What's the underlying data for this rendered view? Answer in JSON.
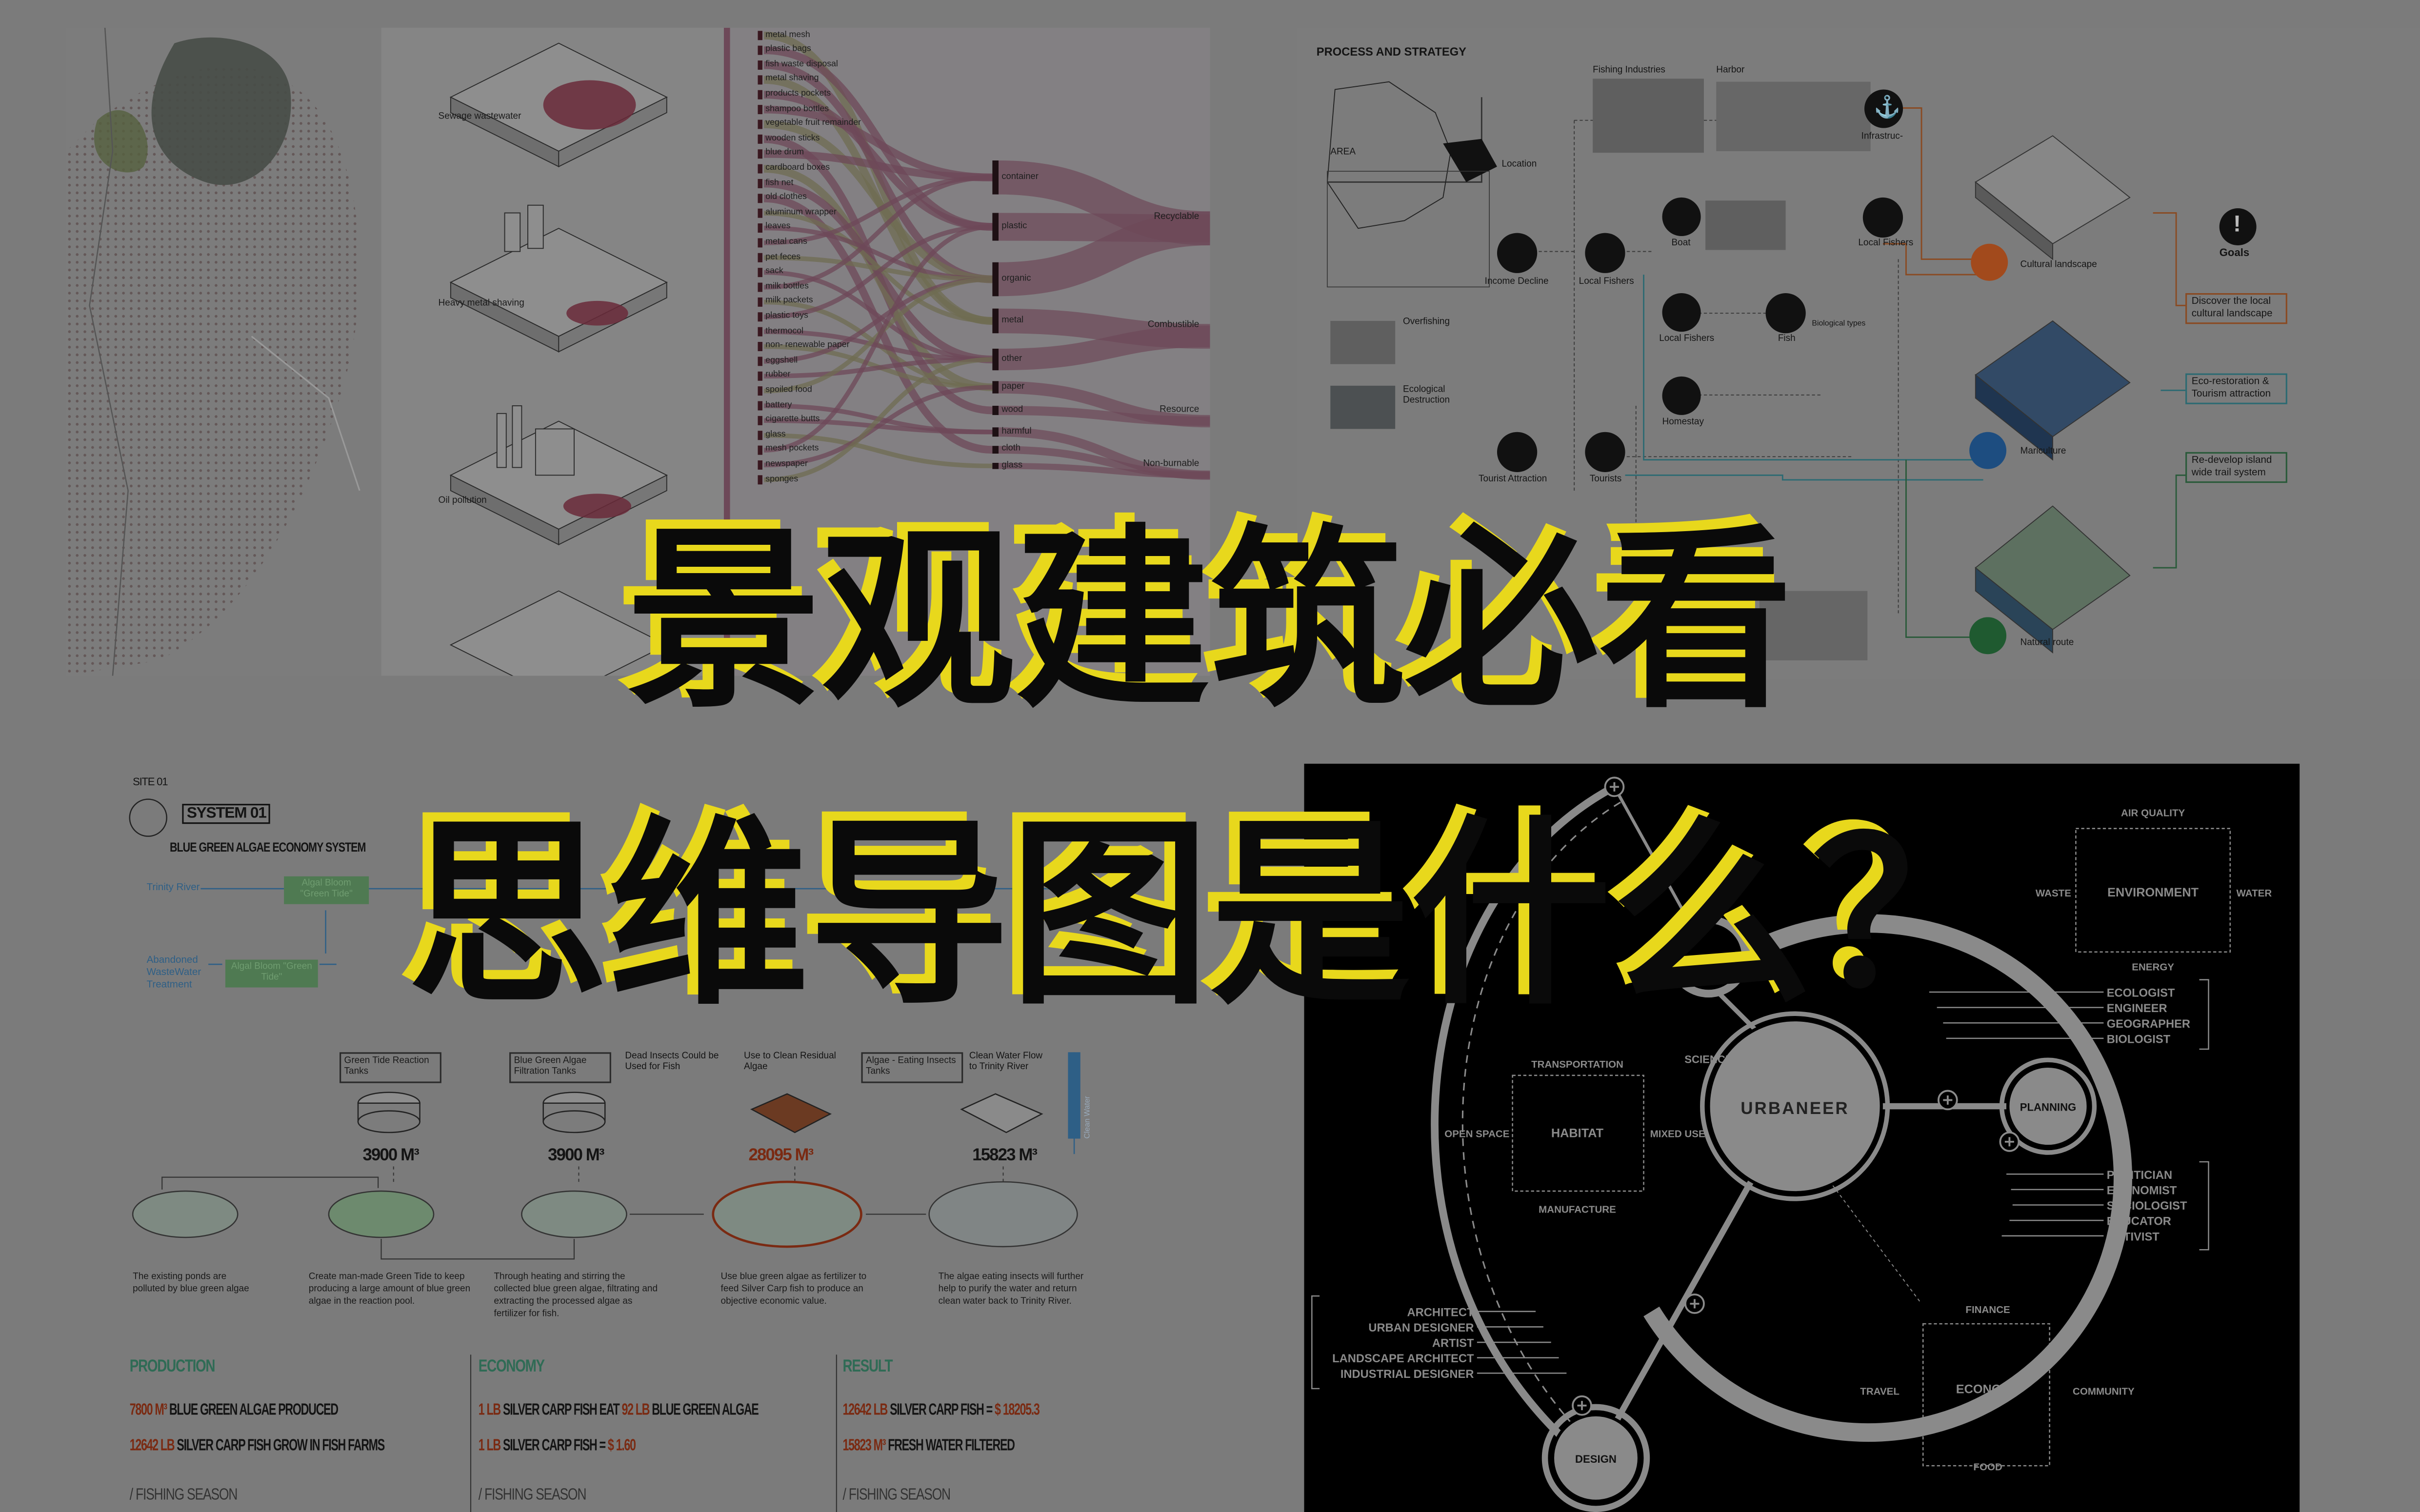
{
  "title": {
    "line1": "景观建筑必看",
    "line2": "思维导图是什么？",
    "colors": {
      "fill": "#e8d81c",
      "shadow": "#0a0a0a"
    }
  },
  "top_left": {
    "iso_labels": [
      "Sewage wastewater",
      "Heavy metal shaving",
      "Oil pollution"
    ],
    "sankey": {
      "items": [
        {
          "label": "metal mesh",
          "category": "metal"
        },
        {
          "label": "plastic bags",
          "category": "plastic"
        },
        {
          "label": "fish waste disposal",
          "category": "organic"
        },
        {
          "label": "metal shaving",
          "category": "metal"
        },
        {
          "label": "products pockets",
          "category": "plastic"
        },
        {
          "label": "shampoo bottles",
          "category": "container"
        },
        {
          "label": "vegetable fruit remainder",
          "category": "organic"
        },
        {
          "label": "wooden sticks",
          "category": "wood"
        },
        {
          "label": "blue drum",
          "category": "container"
        },
        {
          "label": "cardboard boxes",
          "category": "paper"
        },
        {
          "label": "fish net",
          "category": "other"
        },
        {
          "label": "old clothes",
          "category": "cloth"
        },
        {
          "label": "aluminum wrapper",
          "category": "metal"
        },
        {
          "label": "leaves",
          "category": "organic"
        },
        {
          "label": "metal cans",
          "category": "container"
        },
        {
          "label": "pet feces",
          "category": "organic"
        },
        {
          "label": "sack",
          "category": "other"
        },
        {
          "label": "milk bottles",
          "category": "container"
        },
        {
          "label": "milk packets",
          "category": "paper"
        },
        {
          "label": "plastic toys",
          "category": "plastic"
        },
        {
          "label": "thermocol",
          "category": "other"
        },
        {
          "label": "non- renewable paper",
          "category": "paper"
        },
        {
          "label": "eggshell",
          "category": "organic"
        },
        {
          "label": "rubber",
          "category": "other"
        },
        {
          "label": "spoiled food",
          "category": "organic"
        },
        {
          "label": "battery",
          "category": "harmful"
        },
        {
          "label": "cigarette butts",
          "category": "harmful"
        },
        {
          "label": "glass",
          "category": "glass"
        },
        {
          "label": "mesh pockets",
          "category": "plastic"
        },
        {
          "label": "newspaper",
          "category": "paper"
        },
        {
          "label": "sponges",
          "category": "other"
        }
      ],
      "categories": [
        "container",
        "plastic",
        "organic",
        "metal",
        "other",
        "paper",
        "wood",
        "harmful",
        "cloth",
        "glass"
      ],
      "destinations": [
        "Recyclable",
        "Combustible",
        "Resource",
        "Non-burnable"
      ],
      "colors": {
        "flow_a": "#6f6c52",
        "flow_b": "#6d4858",
        "bar": "#3a1820"
      }
    }
  },
  "top_right": {
    "heading": "PROCESS AND STRATEGY",
    "area_label": "AREA",
    "location_label": "Location",
    "photo_labels": [
      "Fishing Industries",
      "Harbor"
    ],
    "nodes": {
      "infrastructure": "Infrastruc-",
      "income_decline": "Income Decline",
      "local_fishers_1": "Local Fishers",
      "boat": "Boat",
      "local_fishers_2": "Local Fishers",
      "local_fishers_3": "Local Fishers",
      "fish": "Fish",
      "biological_types": "Biological types",
      "homestay": "Homestay",
      "tourist_attraction": "Tourist Attraction",
      "tourists": "Tourists",
      "overfishing": "Overfishing",
      "ecological_destruction": "Ecological Destruction"
    },
    "strategies": [
      {
        "label": "Cultural landscape",
        "color": "#a24a1c"
      },
      {
        "label": "Mariculture",
        "color": "#1d4d80"
      },
      {
        "label": "Natural route",
        "color": "#1f5a30"
      }
    ],
    "goals_label": "Goals",
    "goals": [
      {
        "label": "Discover the local cultural landscape",
        "color": "#8a4a22"
      },
      {
        "label": "Eco-restoration & Tourism attraction",
        "color": "#2c6a72"
      },
      {
        "label": "Re-develop island wide trail system",
        "color": "#2a5a3a"
      }
    ]
  },
  "bottom_left": {
    "site": "SITE 01",
    "system": "SYSTEM 01",
    "system_title": "BLUE GREEN ALGAE ECONOMY SYSTEM",
    "sources": [
      "Trinity River",
      "Abandoned WasteWater Treatment"
    ],
    "green_boxes": [
      "Algal Bloom \"Green Tide\"",
      "Algal Bloom \"Green Tide\""
    ],
    "process_boxes": [
      "Green Tide Reaction Tanks",
      "Blue Green Algae Filtration Tanks",
      "Algae - Eating Insects Tanks"
    ],
    "notes": [
      "Dead Insects Could be Used for Fish",
      "Use to Clean Residual Algae",
      "Clean Water Flow to Trinity River",
      "Clean Water"
    ],
    "volumes": [
      {
        "value": "3900 M³",
        "highlight": false
      },
      {
        "value": "3900 M³",
        "highlight": false
      },
      {
        "value": "28095 M³",
        "highlight": true
      },
      {
        "value": "15823 M³",
        "highlight": false
      }
    ],
    "descriptions": [
      "The existing ponds are polluted by blue green algae",
      "Create man-made Green Tide to keep producing a large amount of blue green algae in the reaction pool.",
      "Through heating and stirring the collected blue green algae, filtrating and extracting the processed algae as fertilizer for fish.",
      "Use blue green algae as fertilizer to feed Silver Carp fish to produce an objective economic value.",
      "The algae eating insects will further help to purify the water and return clean water back to Trinity River."
    ],
    "columns": [
      {
        "heading": "PRODUCTION",
        "rows": [
          [
            {
              "t": "7800 M³",
              "h": true
            },
            {
              "t": " BLUE GREEN ALGAE PRODUCED",
              "h": false
            }
          ],
          [
            {
              "t": "12642 LB",
              "h": true
            },
            {
              "t": " SILVER CARP FISH GROW IN FISH FARMS",
              "h": false
            }
          ]
        ],
        "footer": "/ FISHING SEASON"
      },
      {
        "heading": "ECONOMY",
        "rows": [
          [
            {
              "t": "1 LB",
              "h": true
            },
            {
              "t": " SILVER CARP FISH EAT ",
              "h": false
            },
            {
              "t": "92 LB",
              "h": true
            },
            {
              "t": " BLUE GREEN ALGAE",
              "h": false
            }
          ],
          [
            {
              "t": "1 LB",
              "h": true
            },
            {
              "t": " SILVER CARP FISH = ",
              "h": false
            },
            {
              "t": "$ 1.60",
              "h": true
            }
          ]
        ],
        "footer": "/ FISHING SEASON"
      },
      {
        "heading": "RESULT",
        "rows": [
          [
            {
              "t": "12642 LB",
              "h": true
            },
            {
              "t": " SILVER CARP FISH = ",
              "h": false
            },
            {
              "t": "$ 18205.3",
              "h": true
            }
          ],
          [
            {
              "t": "15823 M³",
              "h": true
            },
            {
              "t": " FRESH WATER FILTERED",
              "h": false
            }
          ]
        ],
        "footer": "/ FISHING SEASON"
      }
    ],
    "colors": {
      "heading": "#2f6b55",
      "highlight": "#7a2a12",
      "green_box": "#4f7a52",
      "river": "#2e5f86"
    }
  },
  "bottom_right": {
    "center": "URBANEER",
    "hubs": [
      "SCIENCE",
      "PLANNING",
      "DESIGN"
    ],
    "environment": {
      "title": "ENVIRONMENT",
      "top": "AIR QUALITY",
      "left": "WASTE",
      "right": "WATER",
      "bottom": "ENERGY"
    },
    "habitat": {
      "title": "HABITAT",
      "top": "TRANSPORTATION",
      "left": "OPEN SPACE",
      "right": "MIXED USE",
      "bottom": "MANUFACTURE"
    },
    "economy": {
      "title": "ECONOMY",
      "top": "FINANCE",
      "left": "TRAVEL",
      "right": "COMMUNITY",
      "bottom": "FOOD"
    },
    "science_roles": [
      "ECOLOGIST",
      "ENGINEER",
      "GEOGRAPHER",
      "BIOLOGIST"
    ],
    "planning_roles": [
      "POLITICIAN",
      "ECONOMIST",
      "SOCIOLOGIST",
      "EDUCATOR",
      "ACTIVIST"
    ],
    "design_roles": [
      "ARCHITECT",
      "URBAN DESIGNER",
      "ARTIST",
      "LANDSCAPE ARCHITECT",
      "INDUSTRIAL DESIGNER"
    ]
  }
}
